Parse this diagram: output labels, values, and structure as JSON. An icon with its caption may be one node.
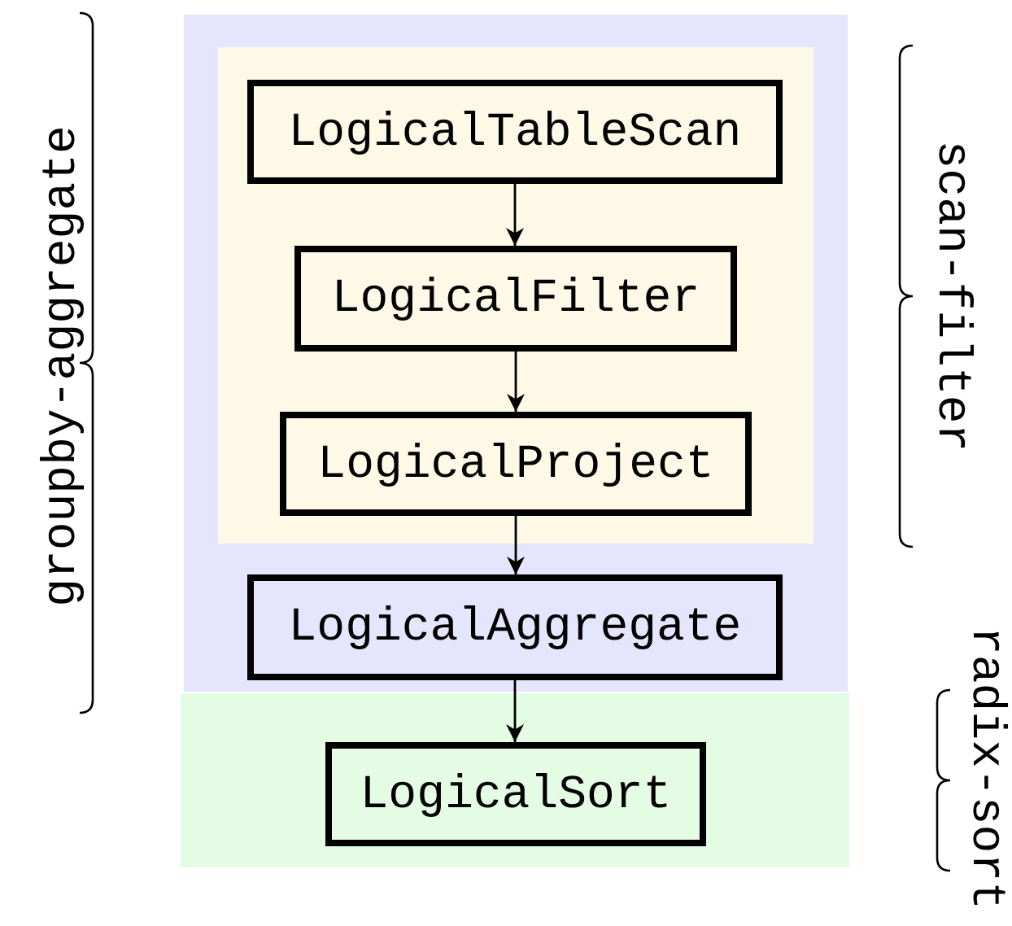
{
  "diagram": {
    "nodes": [
      {
        "text": [
          "groupby-aggregate"
        ]
      },
      {
        "text": [
          "scan-filter"
        ],
        "in": 0
      },
      {
        "text": [
          "LogicalTableScan"
        ],
        "in": 1
      },
      {
        "text": [
          "LogicalFilter"
        ],
        "in": 1
      },
      {
        "text": [
          "LogicalProject"
        ],
        "in": 1
      },
      {
        "text": [
          "LogicalAggregate"
        ],
        "in": 0
      },
      {
        "text": [
          "radix-sort"
        ]
      },
      {
        "text": [
          "LogicalSort"
        ],
        "in": 6
      }
    ],
    "edges": [
      {
        "from": 2,
        "to": 3,
        "arrow": "to"
      },
      {
        "from": 3,
        "to": 4,
        "arrow": "to"
      },
      {
        "from": 4,
        "to": 5,
        "arrow": "to"
      },
      {
        "from": 5,
        "to": 7,
        "arrow": "to"
      }
    ]
  }
}
